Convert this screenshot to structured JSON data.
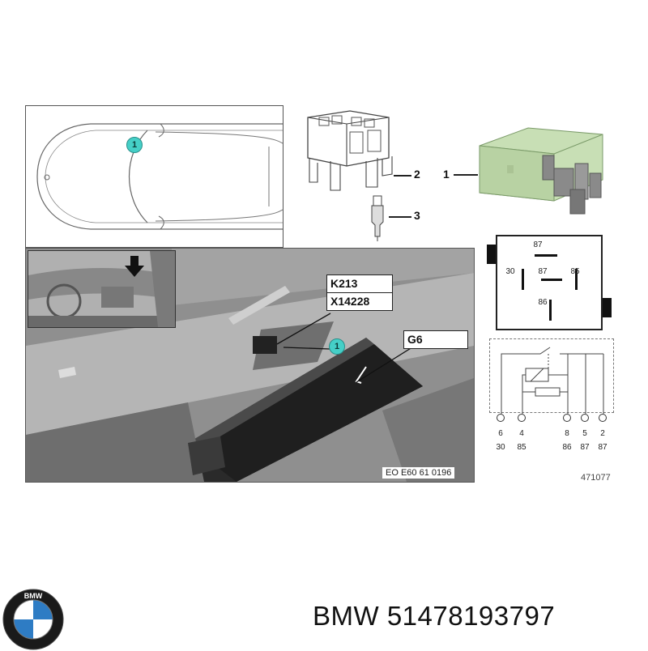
{
  "diagram": {
    "callouts": {
      "relay": "1",
      "socket": "2",
      "terminal": "3"
    },
    "location_marker": "1",
    "photo_marker": "1",
    "labels": {
      "relay_id": "K213",
      "connector_id": "X14228",
      "component_id": "G6"
    },
    "photo_code": "EO E60 61 0196",
    "figure_number": "471077",
    "relay_face_pins": {
      "top": "87",
      "left": "30",
      "center": "87",
      "right": "85",
      "bottom": "86"
    },
    "schematic_pins": [
      {
        "num": "6",
        "term": "30"
      },
      {
        "num": "4",
        "term": "85"
      },
      {
        "num": "8",
        "term": "86"
      },
      {
        "num": "5",
        "term": "87"
      },
      {
        "num": "2",
        "term": "87"
      }
    ]
  },
  "brand": {
    "name": "BMW",
    "part_number": "51478193797",
    "caption": "BMW 51478193797",
    "logo_letters": "BMW"
  },
  "colors": {
    "relay_green": "#c8dfb5",
    "marker_teal": "#45cfc7"
  }
}
